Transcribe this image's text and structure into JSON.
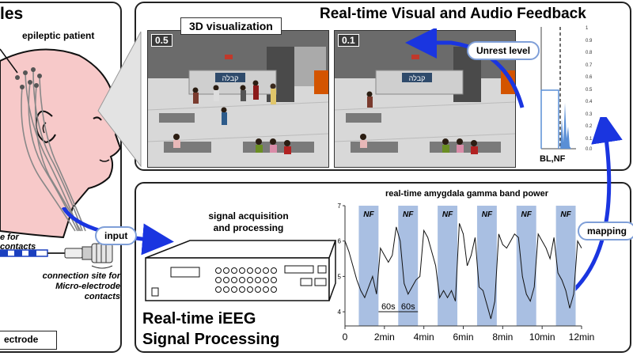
{
  "left_panel": {
    "title_fragment": "les",
    "patient_label": "epileptic patient",
    "macro_label_line1": "e for",
    "macro_label_line2": "contacts",
    "micro_label_line1": "connection site for",
    "micro_label_line2": "Micro-electrode contacts",
    "electrode_label": "ectrode"
  },
  "feedback_panel": {
    "title": "Real-time Visual and Audio Feedback",
    "vis_label": "3D visualization",
    "scene1_badge": "0.5",
    "scene2_badge": "0.1",
    "unrest_label": "Unrest level",
    "sign_text": "קבלה",
    "bar_axis": {
      "ticks": [
        "1",
        "0.9",
        "0.8",
        "0.7",
        "0.6",
        "0.5",
        "0.4",
        "0.3",
        "0.2",
        "0.1",
        "0.0"
      ],
      "xlabel": "BL,NF"
    }
  },
  "processing_panel": {
    "title_line1": "Real-time iEEG",
    "title_line2": "Signal Processing",
    "device_label_line1": "signal acquisition",
    "device_label_line2": "and processing",
    "input_label": "input",
    "mapping_label": "mapping"
  },
  "chart_data": {
    "type": "line",
    "title": "real-time amygdala gamma band power",
    "xlabel": "",
    "ylabel": "",
    "xlim": [
      0,
      12
    ],
    "ylim": [
      3.6,
      7
    ],
    "x_ticks": [
      0,
      2,
      4,
      6,
      8,
      10,
      12
    ],
    "x_tick_labels": [
      "0",
      "2min",
      "4min",
      "6min",
      "8min",
      "10min",
      "12min"
    ],
    "y_ticks": [
      4,
      5,
      6,
      7
    ],
    "y_tick_labels": [
      "4",
      "5",
      "6",
      "7"
    ],
    "nf_blocks": [
      [
        0.7,
        1.7
      ],
      [
        2.7,
        3.7
      ],
      [
        4.7,
        5.7
      ],
      [
        6.7,
        7.7
      ],
      [
        8.7,
        9.7
      ],
      [
        10.7,
        11.7
      ]
    ],
    "nf_label": "NF",
    "interval_labels": [
      "60s",
      "60s"
    ],
    "series": [
      {
        "x": [
          0,
          0.2,
          0.4,
          0.6,
          0.8,
          1.0,
          1.2,
          1.4,
          1.6,
          1.8,
          2.0,
          2.2,
          2.4,
          2.6,
          2.8,
          3.0,
          3.2,
          3.4,
          3.6,
          3.8,
          4.0,
          4.2,
          4.4,
          4.6,
          4.8,
          5.0,
          5.2,
          5.4,
          5.6,
          5.8,
          6.0,
          6.2,
          6.4,
          6.6,
          6.8,
          7.0,
          7.2,
          7.4,
          7.6,
          7.8,
          8.0,
          8.2,
          8.4,
          8.6,
          8.8,
          9.0,
          9.2,
          9.4,
          9.6,
          9.8,
          10.0,
          10.2,
          10.4,
          10.6,
          10.8,
          11.0,
          11.2,
          11.4,
          11.6,
          11.8,
          12.0
        ],
        "y": [
          6.0,
          5.7,
          5.3,
          4.9,
          4.6,
          4.4,
          4.7,
          5.0,
          4.5,
          5.8,
          5.6,
          5.4,
          5.6,
          6.4,
          6.0,
          4.8,
          4.5,
          4.7,
          4.9,
          5.0,
          6.3,
          6.1,
          5.7,
          5.3,
          4.4,
          4.6,
          4.4,
          4.6,
          4.3,
          6.5,
          6.2,
          5.3,
          5.6,
          6.1,
          4.7,
          4.6,
          4.2,
          3.8,
          4.3,
          6.2,
          5.9,
          5.8,
          6.0,
          6.2,
          6.1,
          5.0,
          4.5,
          4.3,
          4.7,
          6.2,
          6.0,
          5.8,
          5.5,
          6.1,
          5.1,
          4.9,
          4.6,
          4.1,
          4.5,
          6.0,
          5.8
        ]
      }
    ]
  }
}
